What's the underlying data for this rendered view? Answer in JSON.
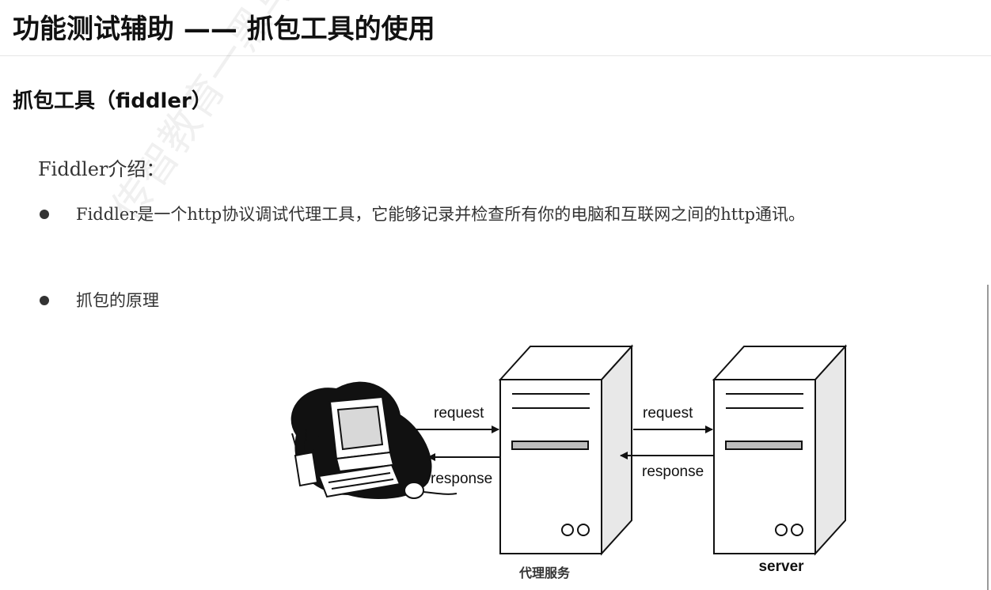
{
  "header": {
    "title": "功能测试辅助 —— 抓包工具的使用"
  },
  "section": {
    "heading": "抓包工具（fiddler）",
    "intro_label": "Fiddler介绍：",
    "bullets": [
      {
        "text": "Fiddler是一个http协议调试代理工具，它能够记录并检查所有你的电脑和互联网之间的http通讯。"
      },
      {
        "text": "抓包的原理"
      }
    ]
  },
  "diagram": {
    "left_request": "request",
    "left_response": "response",
    "right_request": "request",
    "right_response": "response",
    "proxy_label": "代理服务",
    "server_label": "server"
  },
  "watermark": {
    "text": "传智教育一黑马程序员"
  },
  "colors": {
    "text": "#222222",
    "diagram_stroke": "#111111",
    "divider": "#e6e6e6"
  }
}
